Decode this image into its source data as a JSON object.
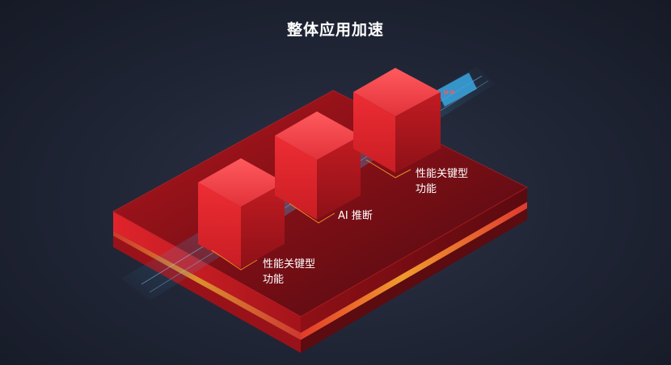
{
  "title": "整体应用加速",
  "diagram": {
    "blocks": [
      {
        "label": "性能关键型\n功能"
      },
      {
        "label": "AI 推断"
      },
      {
        "label": "性能关键型\n功能"
      }
    ],
    "colors": {
      "background": "#1f2434",
      "board_top": "#8c1218",
      "cube_front": "#e3282f",
      "cube_side": "#b0161c",
      "stream": "#3aa6e0",
      "chevron": "#ff5a5a",
      "edge_stripe": "#f08a28"
    }
  }
}
